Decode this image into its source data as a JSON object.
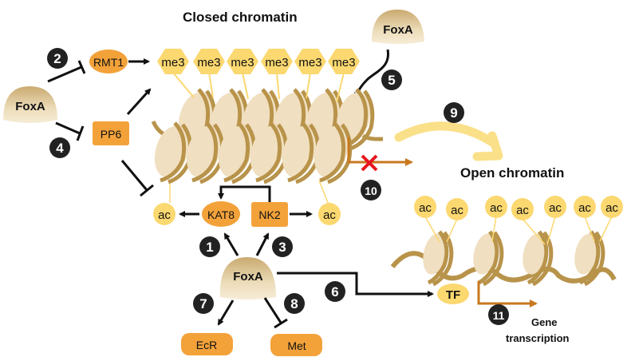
{
  "colors": {
    "foxa_light": "#f3e4c4",
    "foxa_dark": "#c8a870",
    "enzyme_orange": "#f3a23a",
    "mark_yellow": "#fbd870",
    "histone_light": "#f0dfc0",
    "dna_brown": "#b8934a",
    "transcription_arrow": "#c8781e",
    "block_red": "#e8141c",
    "open_arrow": "#fbe08a",
    "badge": "#222222"
  },
  "titles": {
    "closed": "Closed chromatin",
    "open": "Open chromatin"
  },
  "nodes": {
    "foxa_left": "FoxA",
    "foxa_top": "FoxA",
    "foxa_center": "FoxA",
    "rmt1": "RMT1",
    "pp6": "PP6",
    "kat8": "KAT8",
    "nk2": "NK2",
    "ecr": "EcR",
    "met": "Met",
    "tf": "TF",
    "ac_left": "ac",
    "ac_right": "ac"
  },
  "me3_marks": [
    "me3",
    "me3",
    "me3",
    "me3",
    "me3",
    "me3"
  ],
  "open_ac_marks": [
    "ac",
    "ac",
    "ac",
    "ac",
    "ac",
    "ac",
    "ac"
  ],
  "steps": [
    "1",
    "2",
    "3",
    "4",
    "5",
    "6",
    "7",
    "8",
    "9",
    "10",
    "11"
  ],
  "gene_transcription": {
    "line1": "Gene",
    "line2": "transcription"
  }
}
